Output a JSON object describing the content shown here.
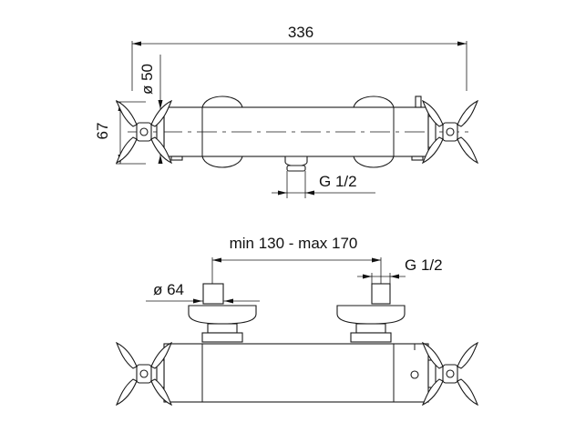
{
  "drawing": {
    "top_view": {
      "overall_width": "336",
      "pipe_diameter": "ø 50",
      "height": "67",
      "outlet_thread": "G 1/2"
    },
    "front_view": {
      "center_distance": "min 130 - max 170",
      "inlet_diameter": "ø 64",
      "inlet_thread": "G 1/2"
    }
  }
}
